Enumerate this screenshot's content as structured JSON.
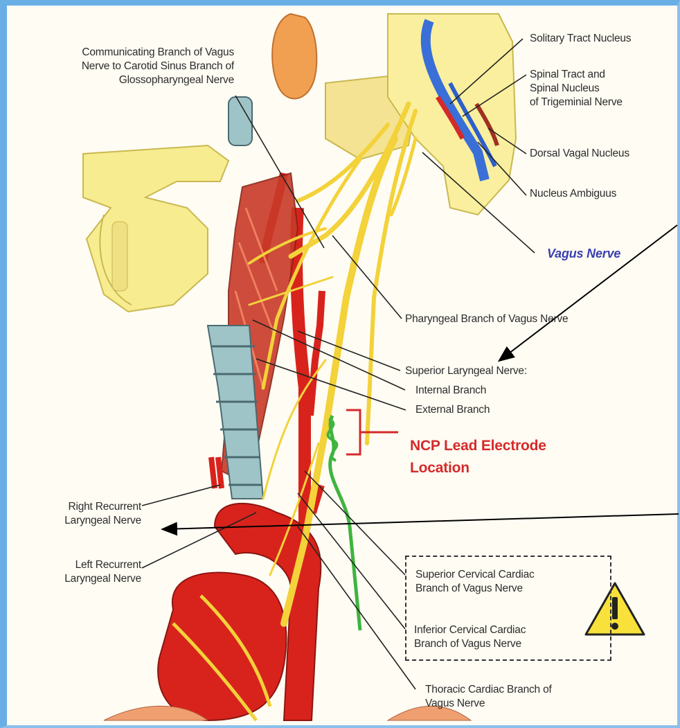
{
  "labels": {
    "communicating": "Communicating Branch of Vagus",
    "communicating2": "Nerve to Carotid Sinus Branch of",
    "communicating3": "Glossopharyngeal Nerve",
    "solitary": "Solitary Tract Nucleus",
    "spinal1": "Spinal Tract and",
    "spinal2": "Spinal Nucleus",
    "spinal3": "of Trigeminial Nerve",
    "dorsal": "Dorsal Vagal Nucleus",
    "ambiguus": "Nucleus Ambiguus",
    "vagus": "Vagus Nerve",
    "pharyngeal": "Pharyngeal Branch of Vagus Nerve",
    "superior_laryngeal": "Superior Laryngeal Nerve:",
    "internal": "Internal Branch",
    "external": "External Branch",
    "ncp1": "NCP Lead Electrode",
    "ncp2": "Location",
    "right_rec1": "Right Recurrent",
    "right_rec2": "Laryngeal Nerve",
    "left_rec1": "Left Recurrent",
    "left_rec2": "Laryngeal Nerve",
    "sup_cervical1": "Superior Cervical Cardiac",
    "sup_cervical2": "Branch of Vagus Nerve",
    "inf_cervical1": "Inferior Cervical Cardiac",
    "inf_cervical2": "Branch of Vagus Nerve",
    "thoracic1": "Thoracic Cardiac Branch of",
    "thoracic2": "Vagus Nerve"
  },
  "colors": {
    "nerve": "#f3d23a",
    "artery": "#d8231c",
    "bone": "#f7ec8f",
    "lead": "#3fb43f",
    "callout_red": "#d42a2a",
    "vagus_label": "#3a3fb0"
  },
  "icons": {
    "warning": "warning-triangle-icon"
  }
}
